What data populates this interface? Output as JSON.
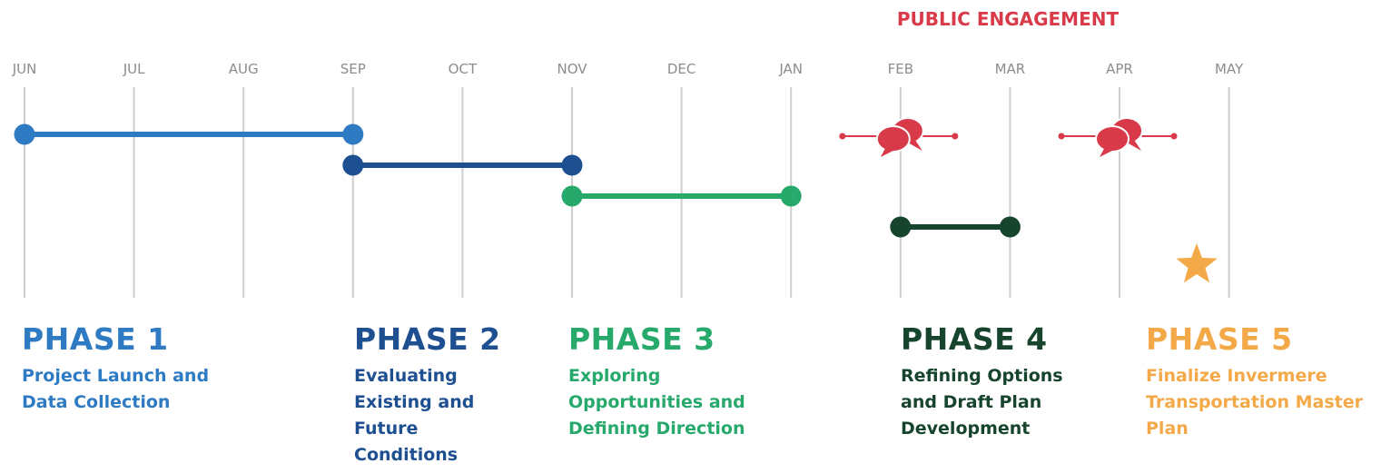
{
  "engagement": {
    "title": "PUBLIC ENGAGEMENT",
    "color": "#d93a4a",
    "events": [
      {
        "label": "",
        "month_index": 8,
        "icon": "speech-bubbles-icon"
      },
      {
        "label": "",
        "month_index": 10,
        "icon": "speech-bubbles-icon"
      }
    ]
  },
  "months": [
    "JUN",
    "JUL",
    "AUG",
    "SEP",
    "OCT",
    "NOV",
    "DEC",
    "JAN",
    "FEB",
    "MAR",
    "APR",
    "MAY"
  ],
  "phases": [
    {
      "title": "PHASE 1",
      "description": "Project Launch and\nData Collection",
      "color": "#2e7bc4",
      "start_month": "JUN",
      "end_month": "SEP"
    },
    {
      "title": "PHASE 2",
      "description": "Evaluating\nExisting and\nFuture\nConditions",
      "color": "#1d4f91",
      "start_month": "SEP",
      "end_month": "NOV"
    },
    {
      "title": "PHASE 3",
      "description": "Exploring\nOpportunities and\nDefining Direction",
      "color": "#27a96c",
      "start_month": "NOV",
      "end_month": "JAN"
    },
    {
      "title": "PHASE 4",
      "description": "Refining Options\nand Draft Plan\nDevelopment",
      "color": "#17442d",
      "start_month": "FEB",
      "end_month": "MAR"
    },
    {
      "title": "PHASE 5",
      "description": "Finalize Invermere\nTransportation Master\nPlan",
      "color": "#f4a948",
      "milestone": "star-icon"
    }
  ]
}
